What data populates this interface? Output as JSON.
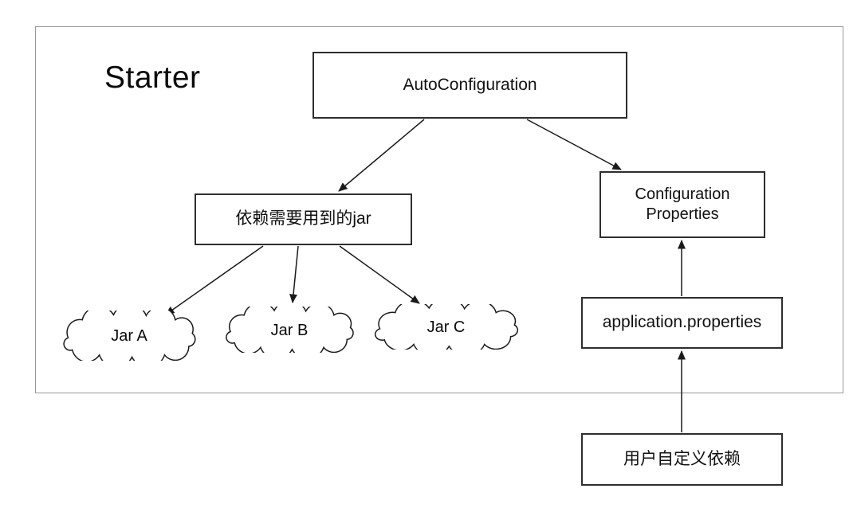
{
  "diagram": {
    "container_label": "Starter",
    "nodes": {
      "autoconfiguration": {
        "label": "AutoConfiguration",
        "shape": "rectangle"
      },
      "dependency_jars": {
        "label": "依赖需要用到的jar",
        "shape": "rectangle"
      },
      "configuration_properties": {
        "label": "Configuration Properties",
        "shape": "rectangle"
      },
      "application_properties": {
        "label": "application.properties",
        "shape": "rectangle"
      },
      "user_custom_dependency": {
        "label": "用户自定义依赖",
        "shape": "rectangle"
      },
      "jar_a": {
        "label": "Jar A",
        "shape": "cloud"
      },
      "jar_b": {
        "label": "Jar B",
        "shape": "cloud"
      },
      "jar_c": {
        "label": "Jar C",
        "shape": "cloud"
      }
    },
    "edges": [
      {
        "from": "AutoConfiguration",
        "to": "依赖需要用到的jar"
      },
      {
        "from": "AutoConfiguration",
        "to": "Configuration Properties"
      },
      {
        "from": "依赖需要用到的jar",
        "to": "Jar A"
      },
      {
        "from": "依赖需要用到的jar",
        "to": "Jar B"
      },
      {
        "from": "依赖需要用到的jar",
        "to": "Jar C"
      },
      {
        "from": "application.properties",
        "to": "Configuration Properties"
      },
      {
        "from": "用户自定义依赖",
        "to": "application.properties"
      }
    ],
    "colors": {
      "background": "#ffffff",
      "container_border": "#999999",
      "node_border": "#2e2e2e",
      "edge_line": "#1a1a1a",
      "text": "#111111"
    }
  }
}
